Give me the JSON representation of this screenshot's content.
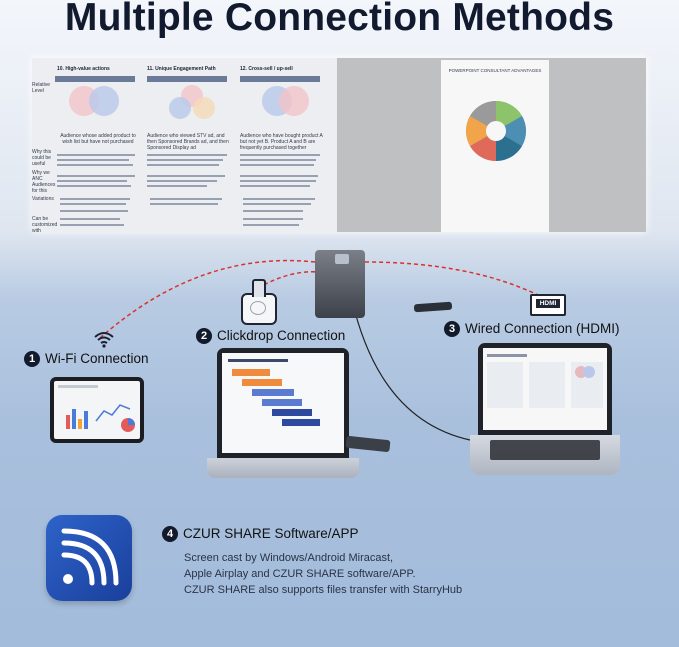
{
  "headline": "Multiple Connection Methods",
  "projected_screen": {
    "slide1": {
      "col1_title": "10. High-value actions",
      "col2_title": "11. Unique Engagement Path",
      "col3_title": "12. Cross-sell / up-sell",
      "row_labels": [
        "Relative Level",
        "Why this could be useful",
        "Why we ANC Audiences for this",
        "Variations",
        "Can be customized with"
      ],
      "caption1": "Audience whose added product to wish list but have not purchased",
      "caption2": "Audience who viewed STV ad, and then Sponsored Brands ad, and then Sponsored Display ad",
      "caption3": "Audience who have bought product A but not yet B. Product A and B are frequently purchased together"
    },
    "slide2": {
      "title": "POWERPOINT CONSULTANT ADVANTAGES"
    }
  },
  "methods": [
    {
      "number": "1",
      "label": "Wi-Fi Connection"
    },
    {
      "number": "2",
      "label": "Clickdrop Connection"
    },
    {
      "number": "3",
      "label": "Wired Connection (HDMI)"
    },
    {
      "number": "4",
      "label": "CZUR SHARE Software/APP"
    }
  ],
  "hdmi_label": "HDMI",
  "software_description": [
    "Screen cast by Windows/Android Miracast,",
    "Apple Airplay and CZUR SHARE software/APP.",
    "CZUR SHARE also supports files transfer with StarryHub"
  ],
  "colors": {
    "accent_dash": "#d9322e",
    "number_badge": "#121a2b",
    "app_tile": "#2355bd"
  },
  "icons": [
    "wifi-icon",
    "clickdrop-dongle-icon",
    "hdmi-port-icon",
    "czur-share-app-icon"
  ]
}
